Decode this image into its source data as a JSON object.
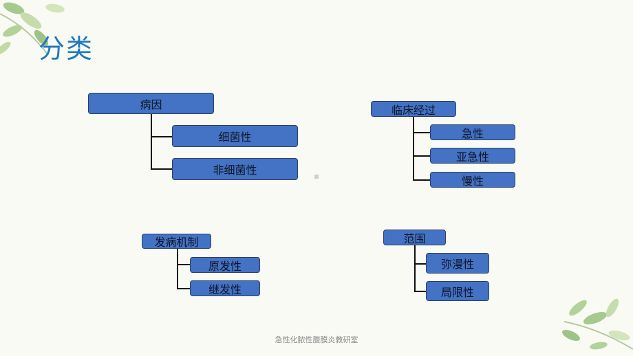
{
  "slide": {
    "title": "分类",
    "footer": "急性化脓性腹膜炎教研室"
  },
  "groups": {
    "etiology": {
      "root": "病因",
      "children": [
        "细菌性",
        "非细菌性"
      ]
    },
    "clinical": {
      "root": "临床经过",
      "children": [
        "急性",
        "亚急性",
        "慢性"
      ]
    },
    "mechanism": {
      "root": "发病机制",
      "children": [
        "原发性",
        "继发性"
      ]
    },
    "scope": {
      "root": "范围",
      "children": [
        "弥漫性",
        "局限性"
      ]
    }
  },
  "colors": {
    "box": "#4472c4",
    "title": "#1f78bf",
    "background": "#f8faf3"
  },
  "icons": [
    "leaf-branch-decoration-top-left",
    "leaf-branch-decoration-bottom-right"
  ]
}
